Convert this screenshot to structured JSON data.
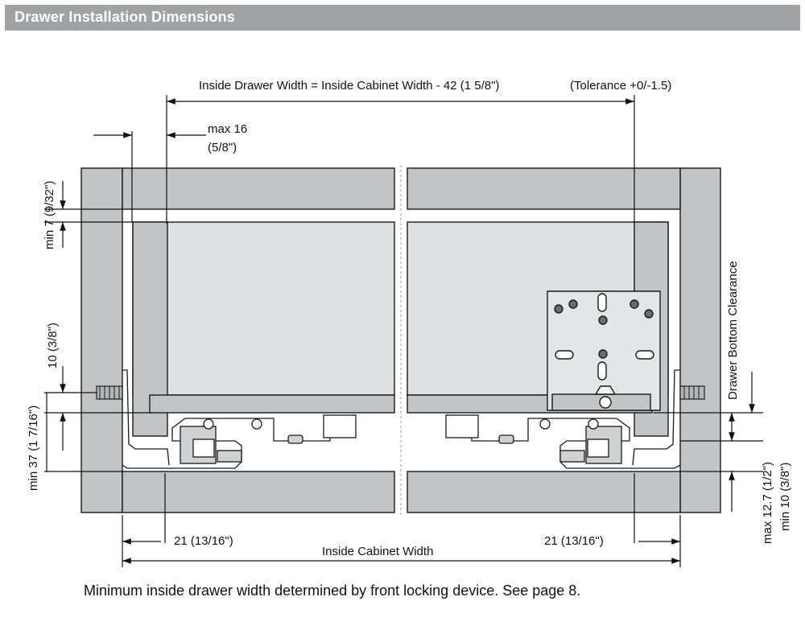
{
  "header": {
    "title": "Drawer Installation Dimensions"
  },
  "diagram": {
    "inside_drawer_width": "Inside Drawer Width = Inside Cabinet Width - 42 (1 5/8\")",
    "tolerance": "(Tolerance +0/-1.5)",
    "max16_line1": "max 16",
    "max16_line2": "(5/8\")",
    "min7": "min  7 (9/32\")",
    "ten38": "10 (3/8\")",
    "min37": "min 37 (1 7/16\")",
    "drawer_bottom_clearance": "Drawer Bottom Clearance",
    "max127": "max 12.7 (1/2\")",
    "min10": "min 10 (3/8\")",
    "left_21": "21 (13/16\")",
    "right_21": "21 (13/16\")",
    "inside_cabinet_width": "Inside Cabinet Width"
  },
  "footnote": "Minimum inside drawer width determined by front locking device. See page 8.",
  "colors": {
    "cabinet_panel": "#c3c4c7",
    "drawer_face": "#dedfe1",
    "outline": "#1a1a1a",
    "header_bg": "#a0a2a5"
  }
}
